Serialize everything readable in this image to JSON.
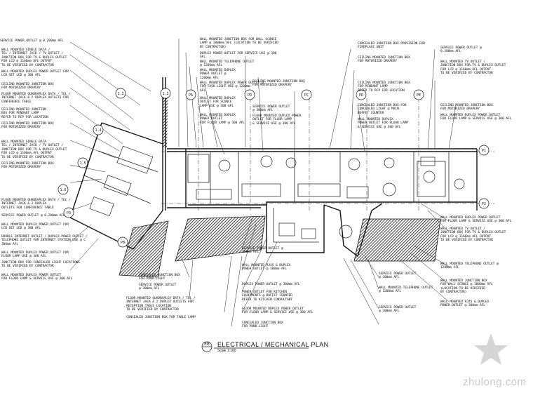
{
  "drawing": {
    "title": "ELECTRICAL / MECHANICAL PLAN",
    "scale": "Scale 1:100",
    "badge": "EM"
  },
  "grid_bubbles": [
    "1.3",
    "1.4",
    "1.5",
    "1.6",
    "PA",
    "PB",
    "PC",
    "PD",
    "PE",
    "P1",
    "P2",
    "P3"
  ],
  "watermark": "zhulong.com",
  "notes": {
    "left_1": "SERVICE POWER OUTLET @ 0.200mm AFL",
    "left_2": "WALL MOUNTED SINGLE DATA /\nTEL / INTERNET JACK / TV OUTLET /\nJUNCTION BOX FOR TV & DUPLEX OUTLET\nFOR LCD @ 1160mm AFL OUTPUT\nTO BE VERIFIED BY CONTRACTOR",
    "left_3": "WALL MOUNTED DUPLEX POWER OUTLET FOR\nLCD SET LED @ 380 AFL",
    "left_4": "CEILING MOUNTED JUNCTION BOX\nFOR MOTORIZED DRAPERY",
    "left_5": "FLOOR MOUNTED QUADRAPLEX DATA / TEL /\nINTERNET JACK & 2 DUPLEX OUTLETS FOR\nCONFERENCE TABLE",
    "left_6": "CEILING MOUNTED JUNCTION\nBOX FOR PENDANT LAMP\nREFER TO RCP FOR LOCATION",
    "left_7": "CEILING MOUNTED JUNCTION BOX\nFOR MOTORIZED DRAPERY",
    "left_8": "WALL MOUNTED SINGLE DATA\nTEL / INTERNET JACK / TV OUTLET /\nJUNCTION BOX FOR TV & DUPLEX OUTLET\nFOR LCD @ 1160mm AFL OUTPUT\nTO BE VERIFIED BY CONTRACTOR",
    "left_9": "CEILING MOUNTED JUNCTION BOX\nFOR MOTORIZED DRAPERY",
    "left_10": "FLOOR MOUNTED QUADRAPLEX DATA / TEL /\nINTERNET JACK & 2 DUPLEX\nOUTLETS FOR CONFERENCE TABLE",
    "left_11": "SERVICE POWER OUTLET @ 0.200mm AFL",
    "left_12": "WALL MOUNTED DUPLEX POWER OUTLET FOR\nLCD SET LED @ 380 AFL",
    "left_13": "DOUBLE INTERNET OUTLET / DUPLEX POWER OUTLET /\nTELEPHONE OUTLET FOR INTERNET STATION USE @ C\n300mm AFL",
    "left_14": "WALL MOUNTED DUPLEX POWER OUTLET FOR\nFLOOR LAMP USE @ 380 AFL",
    "left_15": "JUNCTION BOX FOR CONCEALED LIGHT LOCATIONS\nTO BE VERIFIED BY CONTRACTOR",
    "left_16": "WALL MOUNTED DUPLEX POWER OUTLET\nFOR FLOOR LAMP & SERVICE USE @ 300 AFL",
    "top_1": "WALL MOUNTED JUNCTION BOX FOR WALL SCONCE\nLAMP @ 1800mm AFL (LOCATION TO BE VERIFIED\nBY CONTRACTOR)",
    "top_2": "DUPLEX POWER OUTLET FOR SERVICE USE @ 300\nAFL",
    "top_3": "WALL MOUNTED TELEPHONE OUTLET\n@ 1200mm AFL",
    "top_4": "WALL MOUNTED DUPLEX\nPOWER OUTLET @\n1200mm AFL",
    "top_5": "WALL MOUNTED DUPLEX POWER OUTLET @\nFOR TASK LIGHT USE @ 1200mm\nAFL",
    "top_6": "CEILING MOUNTED JUNCTION BOX\nFOR MOTORIZED DRAPERY",
    "top_7": "WALL MOUNTED DUPLEX\nOUTLET FOR SCONCE\nLAMP USE @ 300 AFL",
    "top_8": "WALL MOUNTED DUPLEX\nPOWER OUTLET\nFOR FLOOR LAMP @ 300 AFL",
    "top_9": "SERVICE POWER OUTLET\n@ 300mm AFL",
    "top_10": "FLOOR MOUNTED DUPLEX POWER\nOUTLET FOR FLOOR LAMP\n& SERVICE USE @ 300 AFL",
    "top_11": "CONCEALED JUNCTION BOX PROVISION FOR\nFIREPLACE UNIT",
    "top_12": "CEILING MOUNTED JUNCTION BOX\nFOR MOTORIZED DRAPERY",
    "top_13": "CEILING MOUNTED JUNCTION BOX\nFOR PENDANT LAMP\nREFER TO RCP FOR LOCATION",
    "top_14": "CONCEALED JUNCTION BOX FOR\nCONCEALED LIGHT @ MAIN\nBUFFET COUNTER",
    "top_15": "WALL MOUNTED DUPLEX\nPOWER OUTLET FOR FLOOR LAMP\n& SERVICE USE @ 300 AFL",
    "right_1": "SERVICE POWER OUTLET @\n0.200mm AFL",
    "right_2": "WALL MOUNTED TV OUTLET /\nJUNCTION BOX FOR TV & DUPLEX OUTLET\nFOR LCD @ 1160mm AFL OUTPUT\nTO BE VERIFIED BY CONTRACTOR",
    "right_3": "CEILING MOUNTED JUNCTION BOX\nFOR MOTORIZED DRAPERY",
    "right_4": "WALL MOUNTED DUPLEX POWER OUTLET\nFOR FLOOR LAMP & SERVICE USE @ 300 AFL",
    "right_5": "WALL MOUNTED DUPLEX POWER OUTLET\nFOR FLOOR LAMP & SERVICE USE @ 300 AFL",
    "right_6": "WALL MOUNTED TV OUTLET /\nJUNCTION BOX FOR TV & DUPLEX OUTLET\nFOR LCD @ 1160mm AFL OUTPUT\nTO BE VERIFIED BY CONTRACTOR",
    "right_7": "WALL MOUNTED TELEPHONE OUTLET @\n1200mm AFL",
    "right_8": "WALL MOUNTED JUNCTION BOX\nFOR WALL SCONCE @ 1800mm AFL\n(LOCATION TO BE VERIFIED\nBY CONTRACTOR)",
    "right_9": "WALL MOUNTED RJ45 & DUPLEX\nPOWER OUTLET @ 300mm AFL",
    "bottom_1": "CONCEALED JUNCTION BOX\nFOR POND LIGHT",
    "bottom_2": "SERVICE POWER OUTLET\n@ 300mm AFL",
    "bottom_3": "FLOOR MOUNTED QUADRAPLEX DATA / TEL /\nINTERNET JACK & 2 DUPLEX OUTLETS FOR\nRECEPTION TABLE LOCATION\nTO BE VERIFIED BY CONTRACTOR",
    "bottom_4": "CONCEALED JUNCTION BOX FOR TABLE LAMP",
    "bottom_5": "SERVICE POWER OUTLET @\n300mm AFL",
    "bottom_6": "WALL MOUNTED RJ45 & DUPLEX\nPOWER OUTLET @ 300mm AFL",
    "bottom_7": "DUPLEX POWER OUTLET @ 300mm AFL",
    "bottom_8": "POWER OUTLET FOR KITCHEN\nEQUIPMENTS @ BUFFET COUNTER\nREFER TO KITCHEN CONSULTANT",
    "bottom_9": "FLOOR MOUNTED DUPLEX POWER OUTLET\nFOR FLOOR LAMP & SERVICE USE @ 300 AFL",
    "bottom_10": "CONCEALED JUNCTION BOX\nFOR POND LIGHT",
    "bottom_11": "SERVICE POWER OUTLET\n@ 300mm AFL",
    "bottom_12": "WALL MOUNTED TELEPHONE OUTLET\n@ 1200mm AFL",
    "bottom_13": "SERVICE POWER OUTLET\n@ 300mm AFL"
  }
}
